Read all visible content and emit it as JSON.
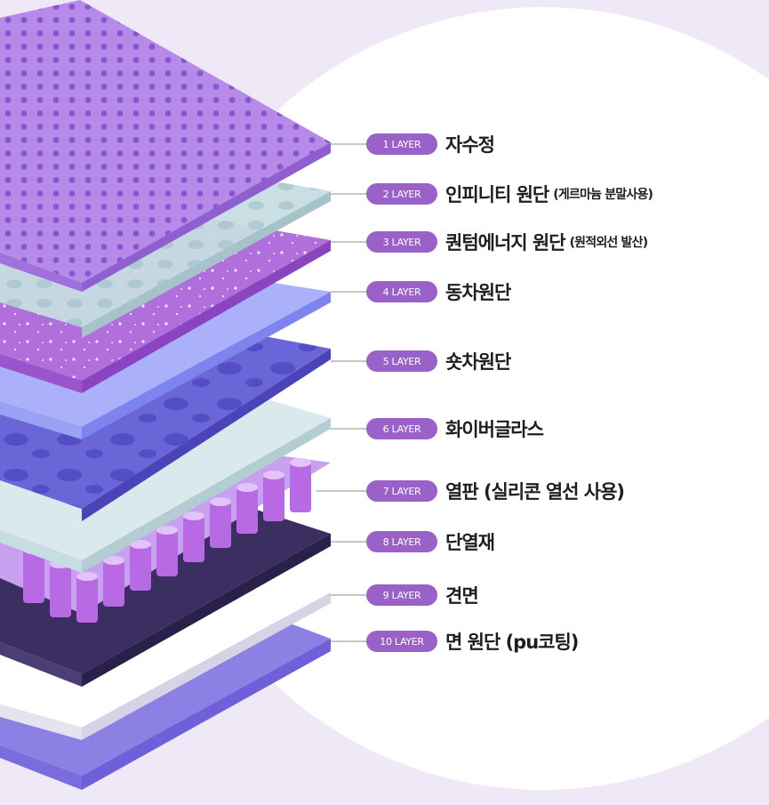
{
  "layers": [
    {
      "badge": "1 LAYER",
      "name": "자수정",
      "note": ""
    },
    {
      "badge": "2 LAYER",
      "name": "인피니티 원단",
      "note": "(게르마늄 분말사용)"
    },
    {
      "badge": "3 LAYER",
      "name": "퀀텀에너지 원단",
      "note": "(원적외선 발산)"
    },
    {
      "badge": "4 LAYER",
      "name": "동차원단",
      "note": ""
    },
    {
      "badge": "5 LAYER",
      "name": "숏차원단",
      "note": ""
    },
    {
      "badge": "6 LAYER",
      "name": "화이버글라스",
      "note": ""
    },
    {
      "badge": "7 LAYER",
      "name": "열판 (실리콘 열선 사용)",
      "note": ""
    },
    {
      "badge": "8 LAYER",
      "name": "단열재",
      "note": ""
    },
    {
      "badge": "9 LAYER",
      "name": "견면",
      "note": ""
    },
    {
      "badge": "10 LAYER",
      "name": "면 원단 (pu코팅)",
      "note": ""
    }
  ],
  "colors": {
    "background": "#efe8f6",
    "circle": "#ffffff",
    "badge": "#9a62c9",
    "amethyst": "#b58ae8",
    "infinity": "#c6dde2",
    "quantum": "#a66bd4",
    "dong": "#9aa2f4",
    "sook": "#6a66d8",
    "fiberglass": "#d9e9ec",
    "heater": "#b86ae4",
    "insulation": "#3a2f60",
    "cotton": "#ffffff",
    "fabric": "#8c80e4"
  },
  "icons": [
    "connector-line"
  ]
}
